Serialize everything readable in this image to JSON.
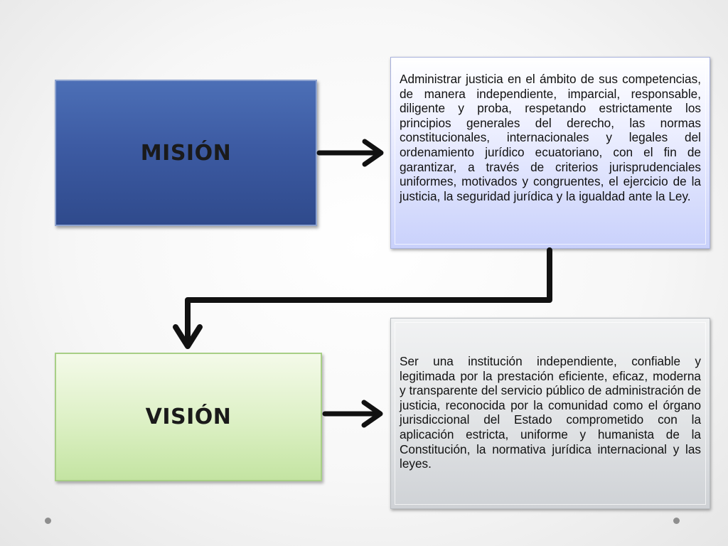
{
  "mision": {
    "label": "MISIÓN",
    "text": "Administrar justicia en el ámbito de sus competencias, de manera independiente, imparcial, responsable, diligente y proba, respetando estrictamente los principios generales del derecho, las normas constitucionales, internacionales y legales del ordenamiento jurídico ecuatoriano, con el fin de garantizar, a través de criterios jurisprudenciales uniformes, motivados y congruentes, el ejercicio de la justicia, la seguridad jurídica y la igualdad ante la Ley."
  },
  "vision": {
    "label": "VISIÓN",
    "text": "Ser una institución independiente, confiable y legitimada por la prestación eficiente, eficaz, moderna y transparente del servicio público de administración de justicia, reconocida por la comunidad como el órgano jurisdiccional del Estado comprometido con la aplicación estricta, uniforme y humanista de la Constitución, la normativa jurídica internacional y las leyes."
  },
  "colors": {
    "mision_box": "#3d5ba3",
    "vision_box": "#dcf0c4",
    "mision_text_box": "#c9d1fb",
    "vision_text_box": "#e3e5e7",
    "arrow": "#111111"
  }
}
